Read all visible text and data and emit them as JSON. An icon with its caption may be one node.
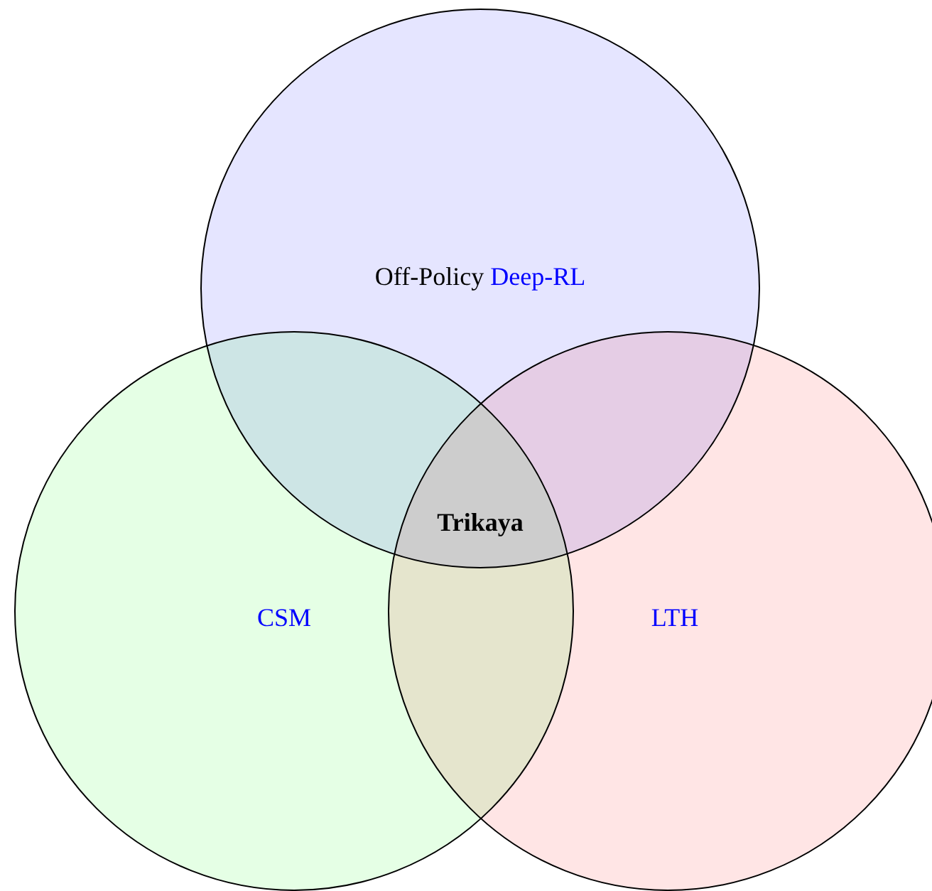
{
  "diagram": {
    "nodes": [
      {
        "text": [
          "Off-Policy Deep-RL"
        ]
      },
      {
        "text": [
          "CSM"
        ]
      },
      {
        "text": [
          "LTH"
        ]
      }
    ],
    "labels": [
      "Trikaya"
    ]
  }
}
